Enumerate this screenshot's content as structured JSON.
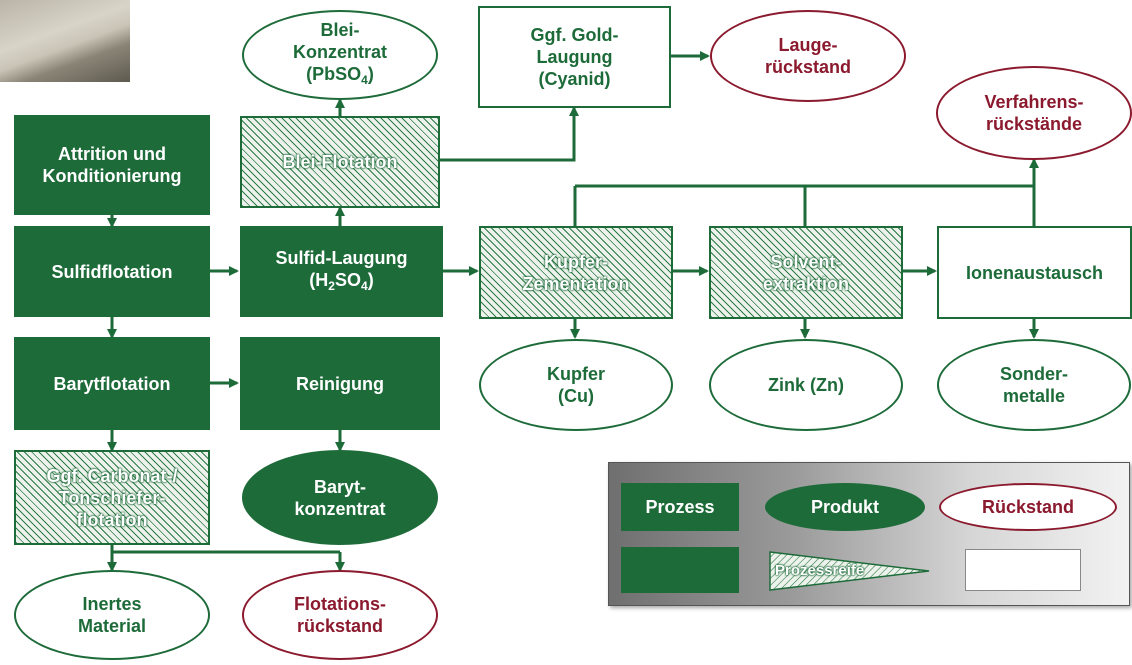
{
  "diagram": {
    "nodes": {
      "attrition": "Attrition und\nKonditionierung",
      "sulfidflotation": "Sulfidflotation",
      "barytflotation": "Barytflotation",
      "carbonat": "Ggf. Carbonat-/\nTonschiefer-\nflotation",
      "inertes": "Inertes\nMaterial",
      "flotationsrueckstand": "Flotations-\nrückstand",
      "blei_konzentrat_line1": "Blei-\nKonzentrat",
      "blei_konzentrat_line2": "(PbSO",
      "blei_konzentrat_sub": "4",
      "blei_konzentrat_end": ")",
      "blei_flotation": "Blei-Flotation",
      "sulfid_laugung_line1": "Sulfid-Laugung",
      "sulfid_laugung_pre": "(H",
      "sulfid_laugung_sub": "2",
      "sulfid_laugung_mid": "SO",
      "sulfid_laugung_sub2": "4",
      "sulfid_laugung_end": ")",
      "reinigung": "Reinigung",
      "barytkonzentrat": "Baryt-\nkonzentrat",
      "gold_laugung": "Ggf. Gold-\nLaugung\n(Cyanid)",
      "laugerueckstand": "Lauge-\nrückstand",
      "kupfer_zementation": "Kupfer-\nZementation",
      "kupfer": "Kupfer\n(Cu)",
      "solventextraktion": "Solvent-\nextraktion",
      "zink": "Zink (Zn)",
      "ionenaustausch": "Ionenaustausch",
      "sondermetalle": "Sonder-\nmetalle",
      "verfahrensrueckstaende": "Verfahrens-\nrückstände"
    },
    "legend": {
      "prozess": "Prozess",
      "produkt": "Produkt",
      "rueckstand": "Rückstand",
      "prozessreife": "Prozessreife"
    }
  },
  "colors": {
    "process_green": "#1e6b3a",
    "residue_red": "#8b1a2e"
  }
}
